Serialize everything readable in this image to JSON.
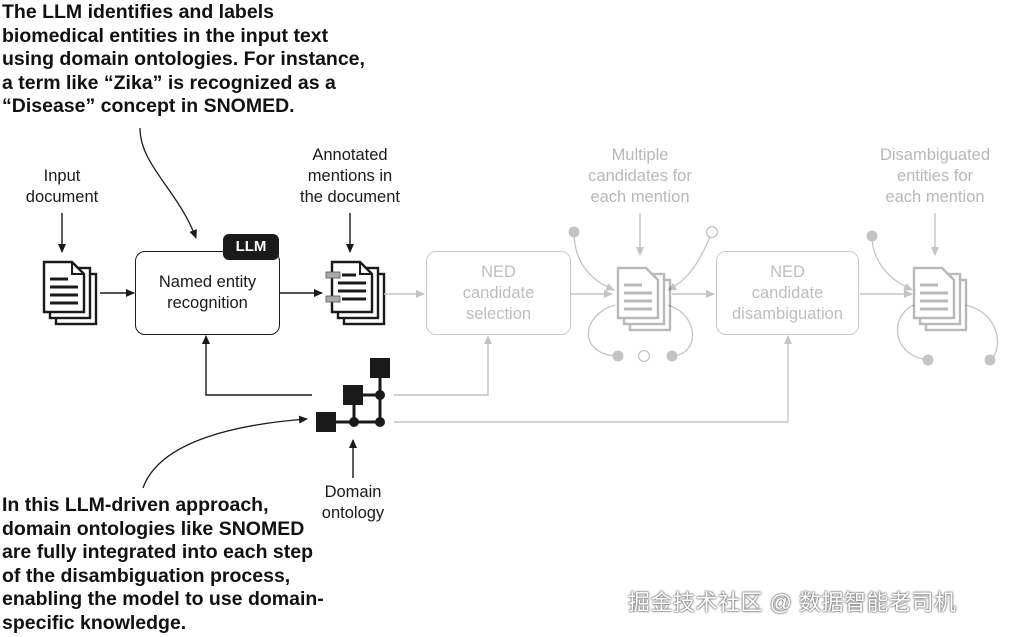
{
  "annotations": {
    "top": [
      "The LLM identifies and labels",
      "biomedical entities in the input text",
      "using domain ontologies. For instance,",
      "a term like “Zika” is recognized as a",
      "“Disease” concept in SNOMED."
    ],
    "bottom": [
      "In this LLM-driven approach,",
      "domain ontologies like SNOMED",
      "are fully integrated into each step",
      "of the disambiguation process,",
      "enabling the model to use domain-",
      "specific knowledge."
    ]
  },
  "labels": {
    "input_document": [
      "Input",
      "document"
    ],
    "annotated_mentions": [
      "Annotated",
      "mentions in",
      "the document"
    ],
    "multiple_candidates": [
      "Multiple",
      "candidates for",
      "each mention"
    ],
    "disambiguated_entities": [
      "Disambiguated",
      "entities for",
      "each mention"
    ],
    "domain_ontology": [
      "Domain",
      "ontology"
    ]
  },
  "boxes": {
    "ner": [
      "Named entity",
      "recognition"
    ],
    "ner_badge": "LLM",
    "candidate_selection": [
      "NED",
      "candidate",
      "selection"
    ],
    "candidate_disambiguation": [
      "NED",
      "candidate",
      "disambiguation"
    ]
  },
  "icons": {
    "document": "document-stack-icon",
    "annotated_document": "annotated-document-stack-icon",
    "ontology": "ontology-tree-icon"
  },
  "colors": {
    "active": "#1a1a1a",
    "faded": "#c4c4c4",
    "faded_text": "#b8b8b8"
  },
  "watermark": "掘金技术社区 @ 数据智能老司机"
}
